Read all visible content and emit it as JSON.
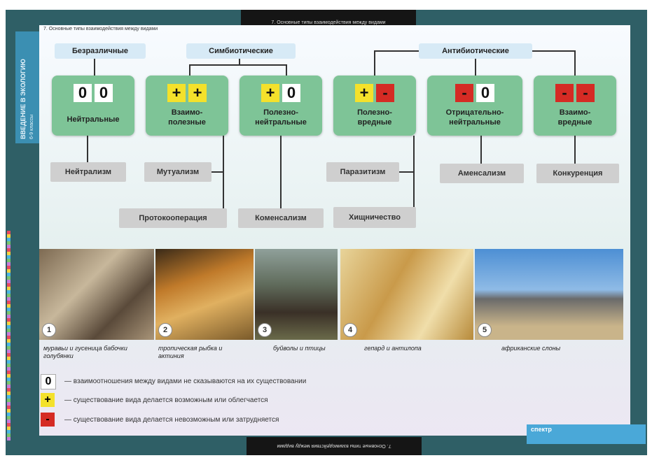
{
  "header": {
    "title": "7. Основные типы взаимодействия между видами",
    "title_flipped": "7. Основные типы взаимодействия между видами"
  },
  "sidebar": {
    "title": "ВВЕДЕНИЕ В ЭКОЛОГИЮ",
    "subtitle": "6-9 классы"
  },
  "groups": {
    "indifferent": "Безразличные",
    "symbiotic": "Симбиотические",
    "antibiotic": "Антибиотические"
  },
  "cards": [
    {
      "symbols": [
        "0",
        "0"
      ],
      "name": "Нейтральные"
    },
    {
      "symbols": [
        "+",
        "+"
      ],
      "name": "Взаимо- полезные"
    },
    {
      "symbols": [
        "+",
        "0"
      ],
      "name": "Полезно- нейтральные"
    },
    {
      "symbols": [
        "+",
        "-"
      ],
      "name": "Полезно- вредные"
    },
    {
      "symbols": [
        "-",
        "0"
      ],
      "name": "Отрицательно- нейтральные"
    },
    {
      "symbols": [
        "-",
        "-"
      ],
      "name": "Взаимо- вредные"
    }
  ],
  "relations": {
    "neutralism": "Нейтрализм",
    "mutualism": "Мутуализм",
    "protocooperation": "Протокооперация",
    "commensalism": "Коменсализм",
    "parasitism": "Паразитизм",
    "predation": "Хищничество",
    "amensalism": "Аменсализм",
    "competition": "Конкуренция"
  },
  "photos": [
    {
      "num": "1",
      "caption": "муравьи и гусеница бабочки голубянки"
    },
    {
      "num": "2",
      "caption": "тропическая рыбка и актиния"
    },
    {
      "num": "3",
      "caption": "буйволы и птицы"
    },
    {
      "num": "4",
      "caption": "гепард и антилопа"
    },
    {
      "num": "5",
      "caption": "африканские слоны"
    }
  ],
  "legend": [
    {
      "symbol": "0",
      "text": "— взаимоотношения между видами не сказываются на их существовании"
    },
    {
      "symbol": "+",
      "text": "— существование вида делается возможным или облегчается"
    },
    {
      "symbol": "-",
      "text": "— существование вида делается невозможным или затрудняется"
    }
  ],
  "logo": {
    "text": "спектр"
  }
}
